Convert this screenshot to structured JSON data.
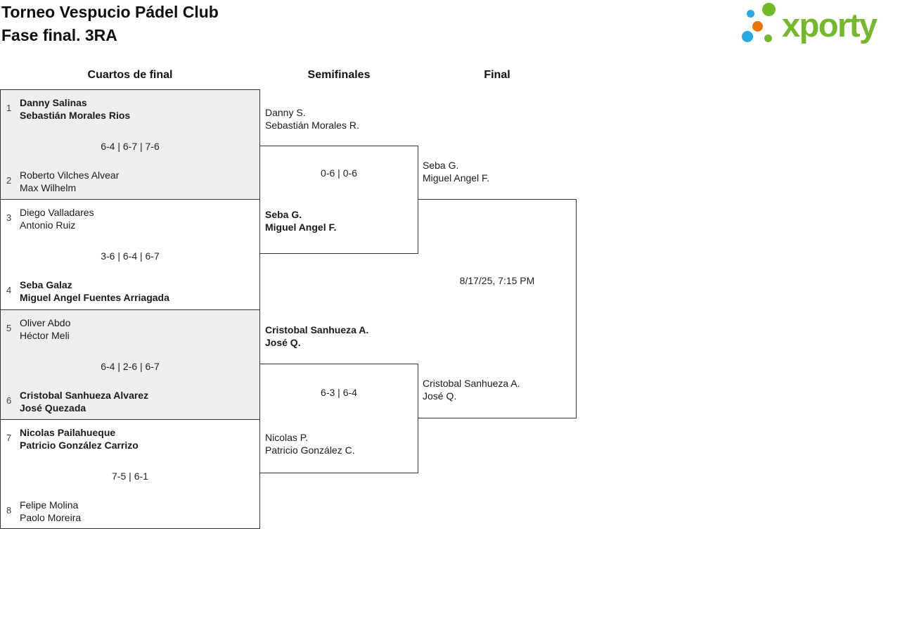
{
  "title": {
    "line1": "Torneo Vespucio Pádel Club",
    "line2": "Fase final. 3RA"
  },
  "logo": {
    "text": "xporty",
    "colors": {
      "green": "#76b82d",
      "blue": "#29a9e1",
      "orange": "#e8740c"
    }
  },
  "round_headers": [
    "Cuartos de final",
    "Semifinales",
    "Final"
  ],
  "quarterfinals": [
    {
      "seed_top": "1",
      "team_top": {
        "line1": "Danny Salinas",
        "line2": "Sebastián Morales Rios",
        "winner": true
      },
      "score": "6-4 | 6-7 | 7-6",
      "seed_bottom": "2",
      "team_bottom": {
        "line1": "Roberto Vilches Alvear",
        "line2": "Max Wilhelm",
        "winner": false
      }
    },
    {
      "seed_top": "3",
      "team_top": {
        "line1": "Diego Valladares",
        "line2": "Antonio Ruiz",
        "winner": false
      },
      "score": "3-6 | 6-4 | 6-7",
      "seed_bottom": "4",
      "team_bottom": {
        "line1": "Seba Galaz",
        "line2": "Miguel Angel Fuentes Arriagada",
        "winner": true
      }
    },
    {
      "seed_top": "5",
      "team_top": {
        "line1": "Oliver Abdo",
        "line2": "Héctor Meli",
        "winner": false
      },
      "score": "6-4 | 2-6 | 6-7",
      "seed_bottom": "6",
      "team_bottom": {
        "line1": "Cristobal Sanhueza Alvarez",
        "line2": "José Quezada",
        "winner": true
      }
    },
    {
      "seed_top": "7",
      "team_top": {
        "line1": "Nicolas Pailahueque",
        "line2": "Patricio González Carrizo",
        "winner": true
      },
      "score": "7-5 | 6-1",
      "seed_bottom": "8",
      "team_bottom": {
        "line1": "Felipe Molina",
        "line2": "Paolo Moreira",
        "winner": false
      }
    }
  ],
  "semifinals": [
    {
      "team_top": {
        "line1": "Danny S.",
        "line2": "Sebastián Morales R.",
        "winner": false
      },
      "score": "0-6 | 0-6",
      "team_bottom": {
        "line1": "Seba G.",
        "line2": "Miguel Angel F.",
        "winner": true
      }
    },
    {
      "team_top": {
        "line1": "Cristobal Sanhueza A.",
        "line2": "José Q.",
        "winner": true
      },
      "score": "6-3 | 6-4",
      "team_bottom": {
        "line1": "Nicolas P.",
        "line2": "Patricio González C.",
        "winner": false
      }
    }
  ],
  "final": {
    "team_top": {
      "line1": "Seba G.",
      "line2": "Miguel Angel F.",
      "winner": false
    },
    "schedule": "8/17/25, 7:15 PM",
    "team_bottom": {
      "line1": "Cristobal Sanhueza A.",
      "line2": "José Q.",
      "winner": false
    }
  }
}
